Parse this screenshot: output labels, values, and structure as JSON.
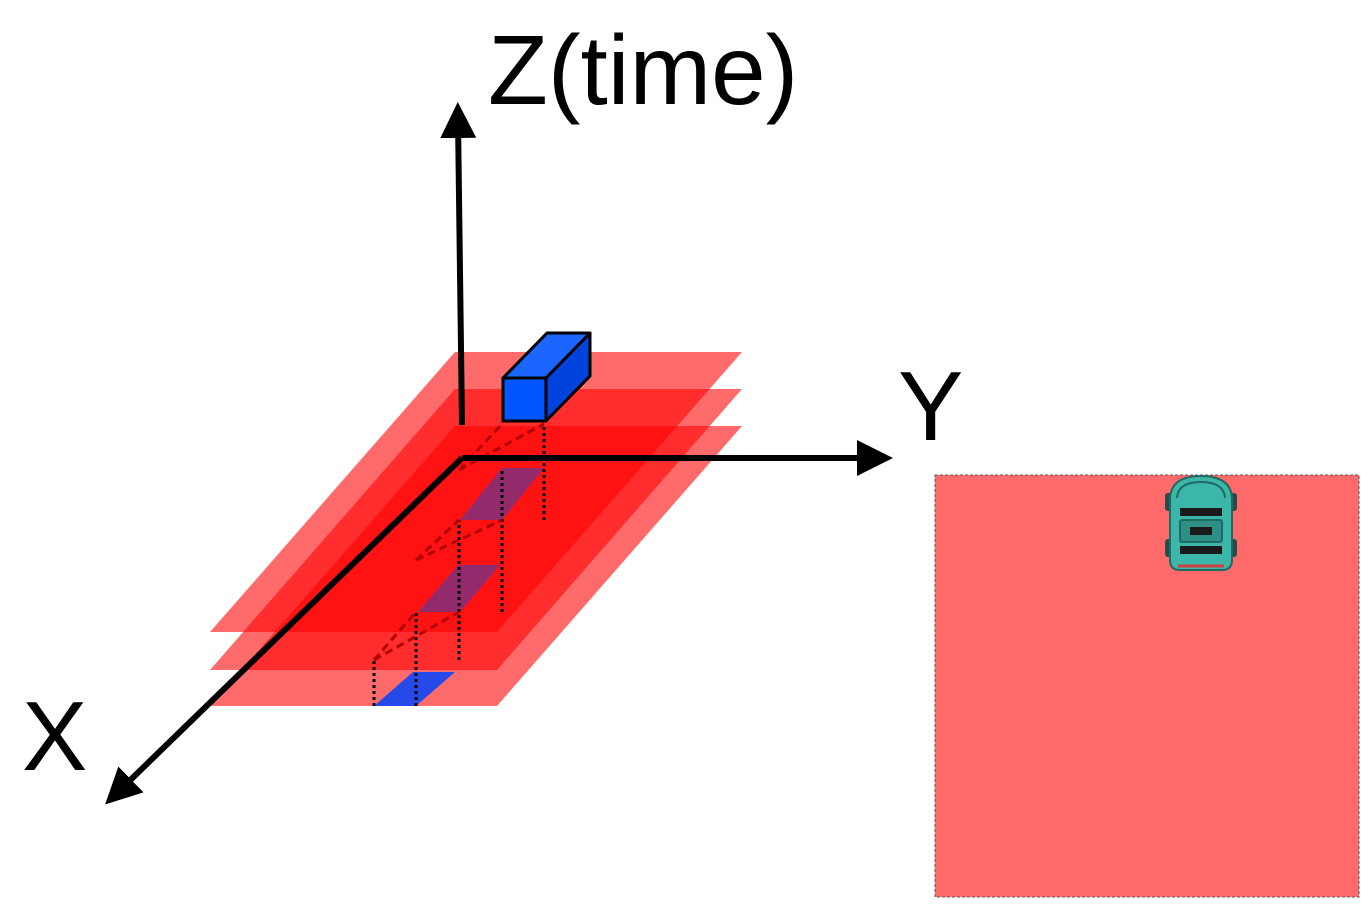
{
  "axes": {
    "z_label": "Z(time)",
    "y_label": "Y",
    "x_label": "X"
  },
  "colors": {
    "plane": "#ff0000",
    "grid_square": "#ff6a6a",
    "obstacle": "#0066ff",
    "robot": "#3cb6a8",
    "axis": "#000000"
  },
  "icons": {
    "robot": "robot-car-icon"
  },
  "layers": [
    "time-slice-1",
    "time-slice-2",
    "time-slice-3"
  ]
}
